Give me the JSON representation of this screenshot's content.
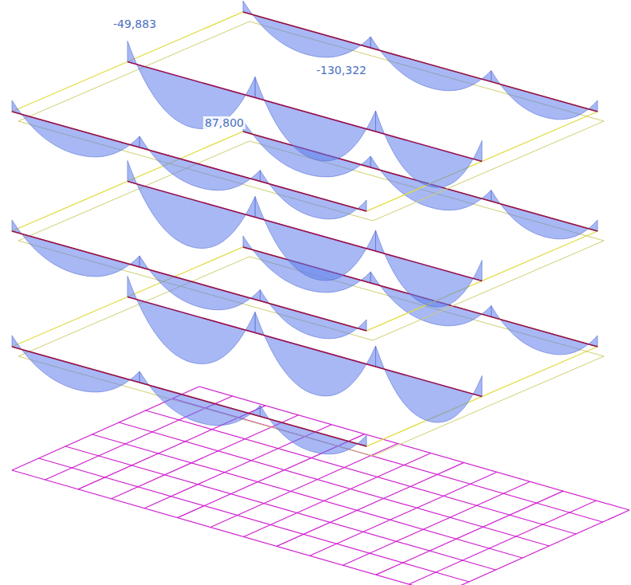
{
  "diagram": {
    "labels": [
      "-49,883",
      "-130,322",
      "87,800"
    ]
  }
}
